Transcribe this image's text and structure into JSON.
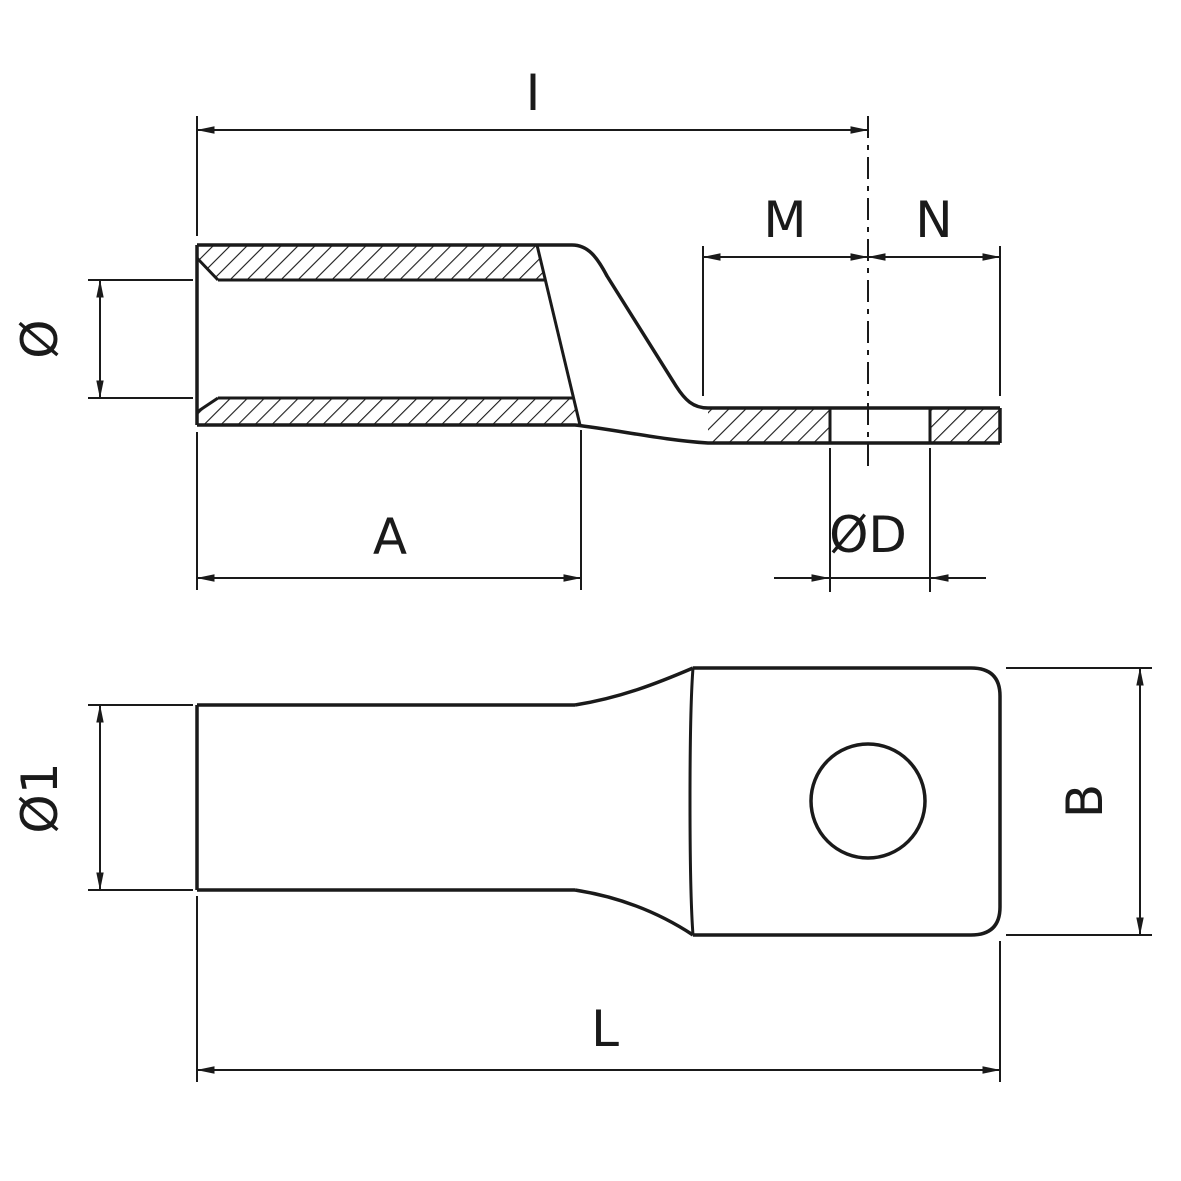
{
  "colors": {
    "line": "#1a1a1a",
    "background": "#ffffff"
  },
  "dimension_labels": {
    "I": "I",
    "M": "M",
    "N": "N",
    "bore_diameter": "Ø",
    "A": "A",
    "hole_diameter": "ØD",
    "barrel_outer_diameter": "Ø1",
    "palm_width": "B",
    "overall_length": "L"
  }
}
